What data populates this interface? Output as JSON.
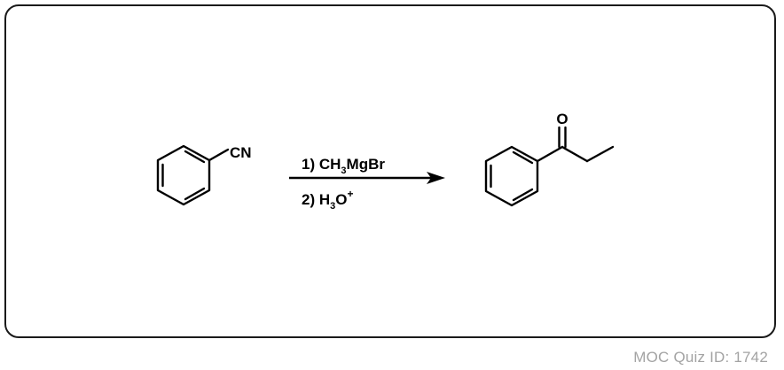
{
  "reactant": {
    "group_label": "CN"
  },
  "reagents": {
    "step1_prefix": "1)  CH",
    "step1_sub": "3",
    "step1_suffix": "MgBr",
    "step2_prefix": "2)  H",
    "step2_sub": "3",
    "step2_mid": "O",
    "step2_sup": "+"
  },
  "product": {
    "oxygen_label": "O"
  },
  "footer": {
    "quiz_id": "MOC Quiz ID: 1742"
  },
  "colors": {
    "ink": "#000000",
    "frame": "#1a1a1a",
    "footer_text": "#a3a3a3"
  }
}
